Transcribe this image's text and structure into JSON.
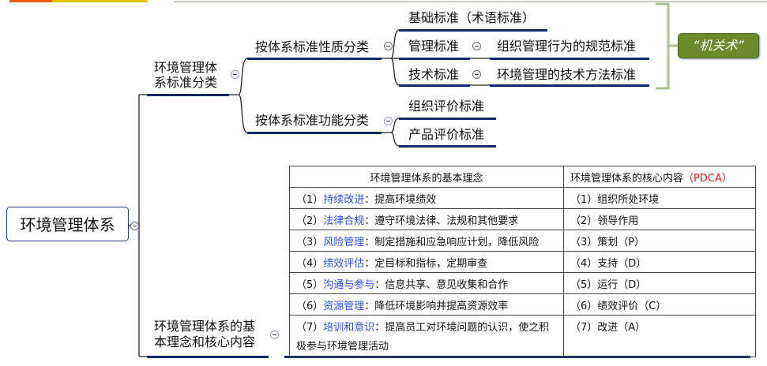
{
  "root": {
    "label": "环境管理体系"
  },
  "branch_classification": {
    "label": "环境管理体系标准分类",
    "by_nature": {
      "label": "按体系标准性质分类",
      "children": [
        {
          "label": "基础标准（术语标准）"
        },
        {
          "label": "管理标准",
          "detail": "组织管理行为的规范标准"
        },
        {
          "label": "技术标准",
          "detail": "环境管理的技术方法标准"
        }
      ],
      "summary_tag": "“机关术”"
    },
    "by_function": {
      "label": "按体系标准功能分类",
      "children": [
        {
          "label": "组织评价标准"
        },
        {
          "label": "产品评价标准"
        }
      ]
    }
  },
  "branch_concepts": {
    "label": "环境管理体系的基本理念和核心内容",
    "table": {
      "headers": [
        "环境管理体系的基本理念",
        "环境管理体系的核心内容",
        "（PDCA）"
      ],
      "rows": [
        {
          "num": "（1）",
          "kw": "持续改进",
          "desc": "：提高环境绩效",
          "core": "（1）组织所处环境"
        },
        {
          "num": "（2）",
          "kw": "法律合规",
          "desc": "：遵守环境法律、法规和其他要求",
          "core": "（2）领导作用"
        },
        {
          "num": "（3）",
          "kw": "风险管理",
          "desc": "：制定措施和应急响应计划，降低风险",
          "core": "（3）策划（P）"
        },
        {
          "num": "（4）",
          "kw": "绩效评估",
          "desc": "：定目标和指标，定期审查",
          "core": "（4）支持（D）"
        },
        {
          "num": "（5）",
          "kw": "沟通与参与",
          "desc": "：信息共享、意见收集和合作",
          "core": "（5）运行（D）"
        },
        {
          "num": "（6）",
          "kw": "资源管理",
          "desc": "：降低环境影响并提高资源效率",
          "core": "（6）绩效评价（C）"
        },
        {
          "num": "（7）",
          "kw": "培训和意识",
          "desc": "：提高员工对环境问题的认识，使之积极参与环境管理活动",
          "core": "（7）改进（A）"
        }
      ]
    }
  },
  "colors": {
    "underline": "#12296b",
    "tag": "#6b8a2c",
    "bracket": "#a9c08a",
    "keyword": "#2a52e6",
    "pdca": "#e02020"
  }
}
